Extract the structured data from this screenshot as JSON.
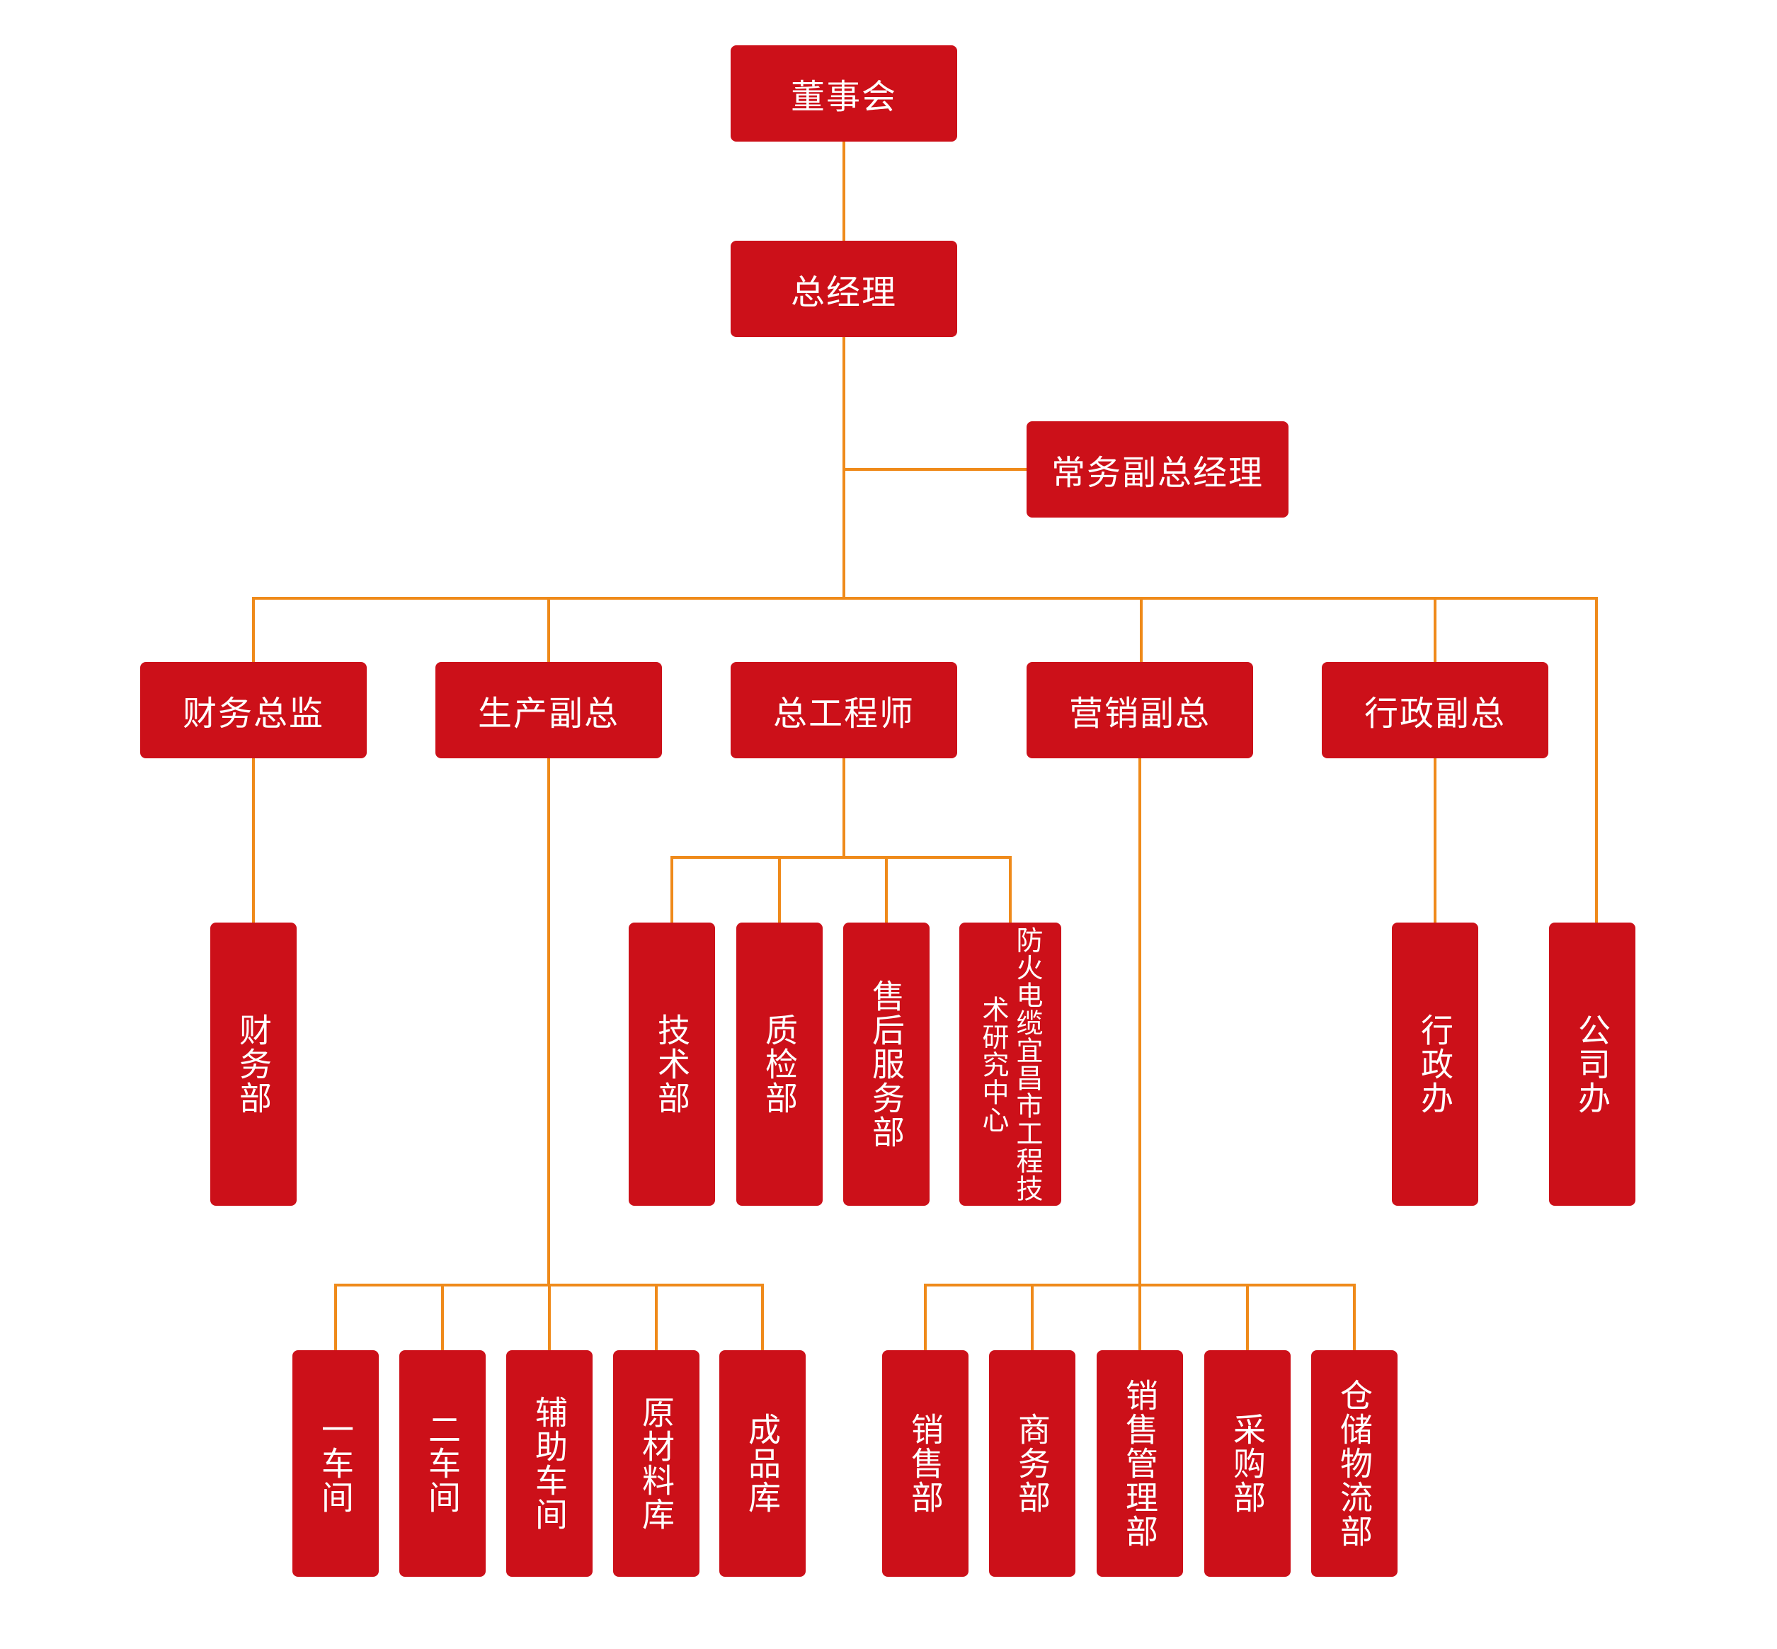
{
  "colors": {
    "box": "#cc1019",
    "text": "#ffffff",
    "line": "#ef8a1a"
  },
  "nodes": {
    "board": "董事会",
    "gm": "总经理",
    "exec_vgm": "常务副总经理",
    "cfo": "财务总监",
    "prod_vp": "生产副总",
    "chief_eng": "总工程师",
    "sales_vp": "营销副总",
    "admin_vp": "行政副总",
    "finance_dept": "财务部",
    "tech_dept": "技术部",
    "qc_dept": "质检部",
    "service_dept": "售后服务部",
    "research_center": "防火电缆宜昌市工程技术研究中心",
    "admin_office": "行政办",
    "company_office": "公司办",
    "workshop_1": "一车间",
    "workshop_2": "二车间",
    "aux_workshop": "辅助车间",
    "raw_store": "原材料库",
    "product_store": "成品库",
    "sales_dept": "销售部",
    "business_dept": "商务部",
    "sales_mgmt_dept": "销售管理部",
    "purchase_dept": "采购部",
    "logistics_dept": "仓储物流部"
  }
}
